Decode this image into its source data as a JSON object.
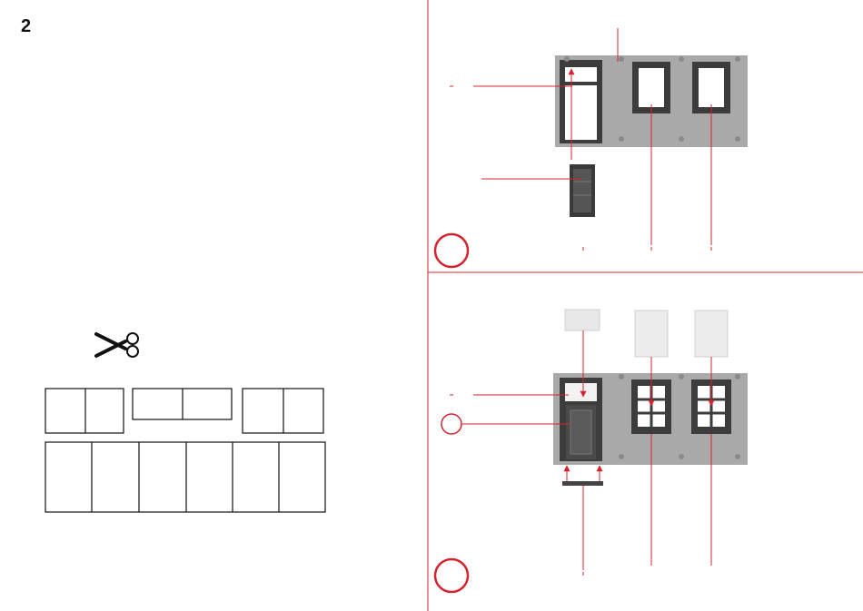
{
  "page": {
    "step_number": "2"
  },
  "colors": {
    "accent_red": "#d6242f",
    "wall_gray": "#a8a8a8",
    "frame_dark": "#3a3a3a",
    "glass_light": "#eeeeee"
  },
  "icons": {
    "cut": "scissors-icon",
    "step_marker": "red-circle-marker"
  },
  "cutting_template": {
    "rows": 2,
    "top_row_groups": 3,
    "bottom_row_panels": 6
  }
}
